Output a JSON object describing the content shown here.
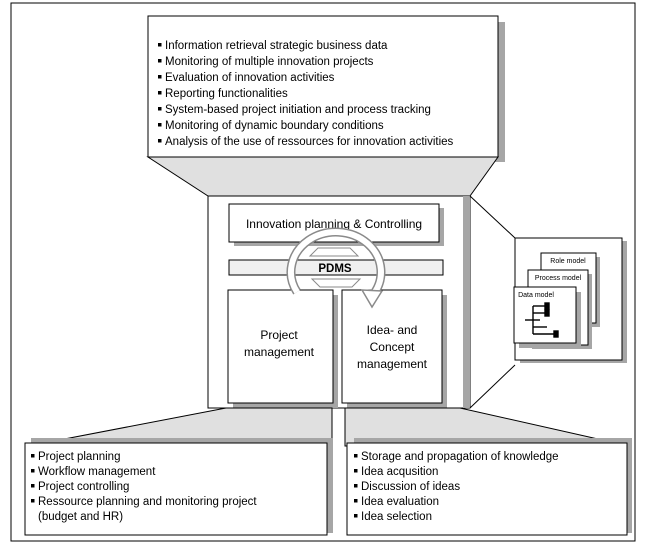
{
  "top_box": {
    "items": [
      "Information retrieval strategic business data",
      "Monitoring of multiple innovation projects",
      "Evaluation of innovation activities",
      "Reporting functionalities",
      "System-based project initiation and process tracking",
      "Monitoring of dynamic boundary conditions",
      "Analysis of the use of ressources for innovation activities"
    ]
  },
  "center": {
    "innovation_label": "Innovation planning & Controlling",
    "pdms_label": "PDMS",
    "project_mgmt_lines": [
      "Project",
      "management"
    ],
    "idea_mgmt_lines": [
      "Idea- and",
      "Concept",
      "management"
    ]
  },
  "models": {
    "role": "Role model",
    "process": "Process model",
    "data": "Data model"
  },
  "bottom_left": {
    "items": [
      "Project planning",
      "Workflow management",
      "Project controlling",
      "Ressource planning and monitoring project",
      "(budget and HR)"
    ]
  },
  "bottom_right": {
    "items": [
      "Storage and propagation of knowledge",
      "Idea acqusition",
      "Discussion of ideas",
      "Idea evaluation",
      "Idea selection"
    ]
  },
  "colors": {
    "shadow": "#a6a6a6",
    "band": "#e0e0e0",
    "line": "#000000"
  }
}
